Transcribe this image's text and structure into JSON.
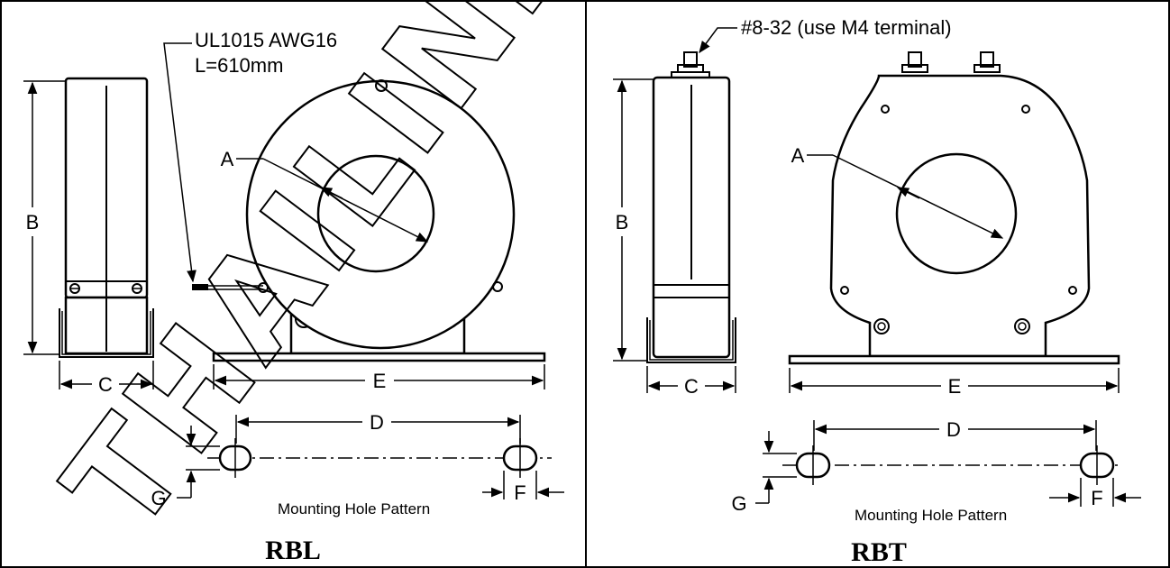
{
  "watermark": "THAILINKER",
  "panels": [
    {
      "title": "RBL",
      "wire_note_1": "UL1015 AWG16",
      "wire_note_2": "L=610mm",
      "labels": {
        "A": "A",
        "B": "B",
        "C": "C",
        "D": "D",
        "E": "E",
        "F": "F",
        "G": "G"
      },
      "hole_caption": "Mounting Hole Pattern"
    },
    {
      "title": "RBT",
      "terminal_note": "#8-32 (use M4 terminal)",
      "labels": {
        "A": "A",
        "B": "B",
        "C": "C",
        "D": "D",
        "E": "E",
        "F": "F",
        "G": "G"
      },
      "hole_caption": "Mounting Hole Pattern"
    }
  ]
}
